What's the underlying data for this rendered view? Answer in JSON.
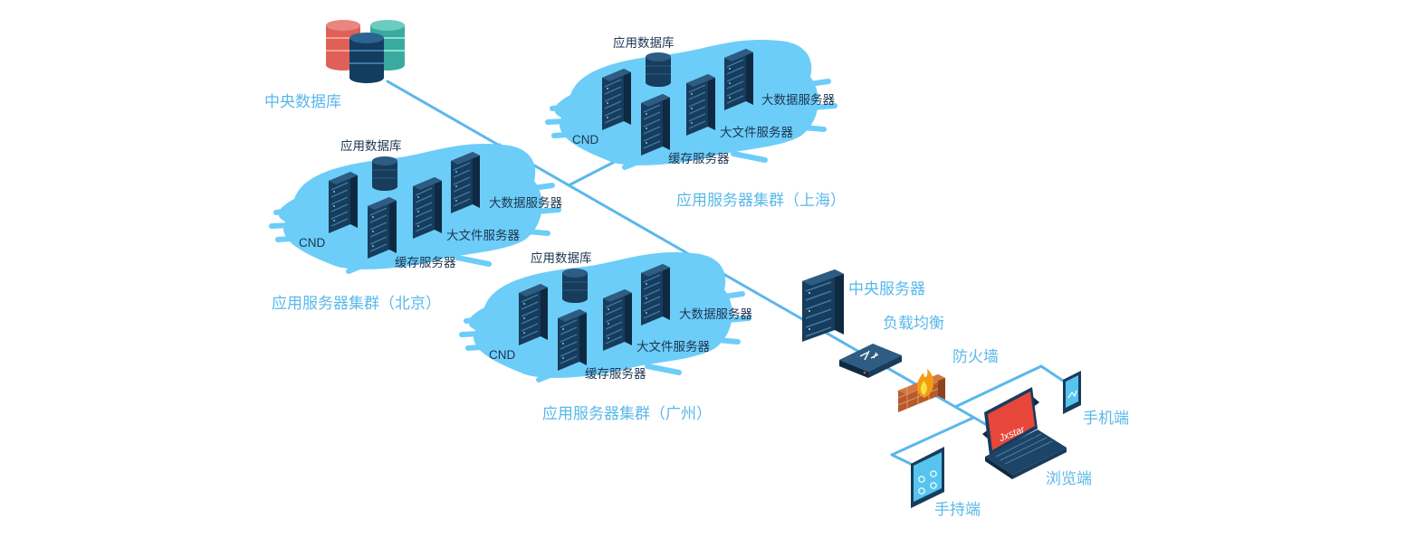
{
  "colors": {
    "line": "#5ab8ea",
    "splash": "#6ccdf8",
    "server_front": "#173c5c",
    "server_side": "#0e2942",
    "server_top": "#2e5c82",
    "label_big": "#5ab8ea",
    "label_small": "#1d3550"
  },
  "central_db": {
    "label": "中央数据库"
  },
  "clusters": [
    {
      "id": "shanghai",
      "title": "应用服务器集群（上海）",
      "app_db": "应用数据库",
      "cnd": "CND",
      "cache": "缓存服务器",
      "file": "大文件服务器",
      "bigdata": "大数据服务器"
    },
    {
      "id": "beijing",
      "title": "应用服务器集群（北京）",
      "app_db": "应用数据库",
      "cnd": "CND",
      "cache": "缓存服务器",
      "file": "大文件服务器",
      "bigdata": "大数据服务器"
    },
    {
      "id": "guangzhou",
      "title": "应用服务器集群（广州）",
      "app_db": "应用数据库",
      "cnd": "CND",
      "cache": "缓存服务器",
      "file": "大文件服务器",
      "bigdata": "大数据服务器"
    }
  ],
  "central_server": {
    "label": "中央服务器"
  },
  "load_balancer": {
    "label": "负载均衡"
  },
  "firewall": {
    "label": "防火墙"
  },
  "clients": {
    "mobile": "手机端",
    "browser": "浏览端",
    "handheld": "手持端",
    "laptop_logo": "Jxstar"
  }
}
